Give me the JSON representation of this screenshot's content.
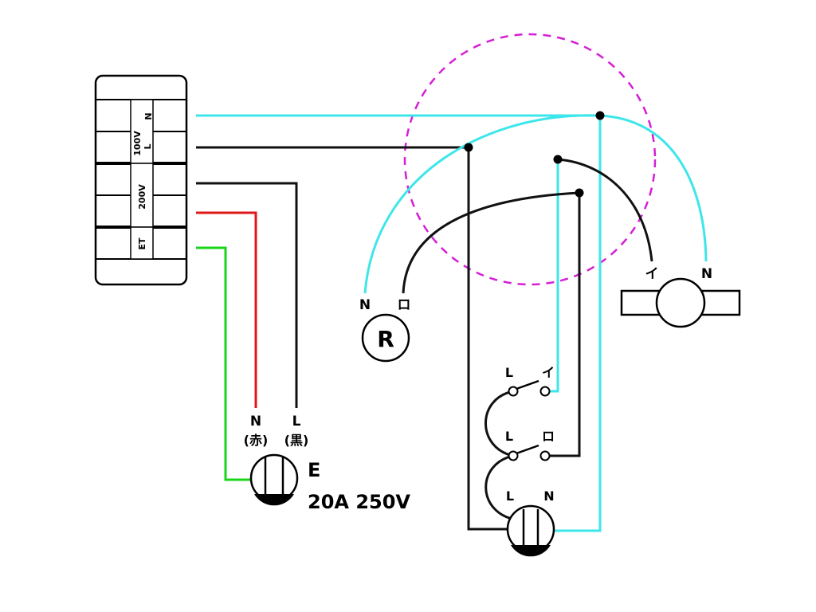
{
  "colors": {
    "cyan": "#3de6ea",
    "black": "#111111",
    "red": "#e01818",
    "green": "#19d519",
    "magenta": "#d61ed6"
  },
  "panel": {
    "label_100v": "100V",
    "label_n": "N",
    "label_l": "L",
    "label_200v": "200V",
    "label_et": "ET"
  },
  "outlet_200v": {
    "n_label": "N",
    "n_color": "(赤)",
    "l_label": "L",
    "l_color": "(黒)",
    "e_label": "E",
    "rating": "20A 250V"
  },
  "lamp_r": {
    "symbol": "R",
    "n_label": "N",
    "ro_label": "ロ"
  },
  "light_fixture": {
    "i_label": "イ",
    "n_label": "N"
  },
  "switch_i": {
    "l_label": "L",
    "term_label": "イ"
  },
  "switch_ro": {
    "l_label": "L",
    "term_label": "ロ"
  },
  "outlet_100v": {
    "l_label": "L",
    "n_label": "N"
  }
}
